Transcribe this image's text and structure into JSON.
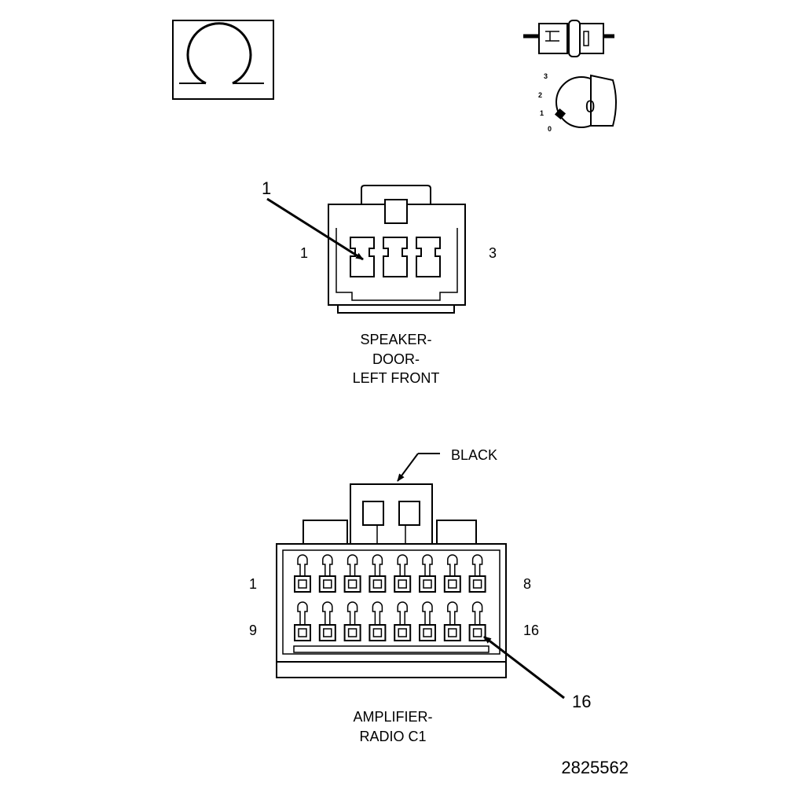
{
  "symbols": {
    "ohm_meter_icon": "ohm-meter",
    "connector_icon": "disconnect-connector",
    "ignition_icon": "ignition-key-off",
    "ignition_positions": [
      "3",
      "2",
      "1",
      "0"
    ],
    "key_label": "0"
  },
  "speaker_connector": {
    "callout": "1",
    "pin_left": "1",
    "pin_right": "3",
    "title_lines": [
      "SPEAKER-",
      "DOOR-",
      "LEFT FRONT"
    ]
  },
  "amplifier_connector": {
    "color_label": "BLACK",
    "row1_left": "1",
    "row1_right": "8",
    "row2_left": "9",
    "row2_right": "16",
    "callout": "16",
    "title_lines": [
      "AMPLIFIER-",
      "RADIO C1"
    ]
  },
  "figure_id": "2825562"
}
